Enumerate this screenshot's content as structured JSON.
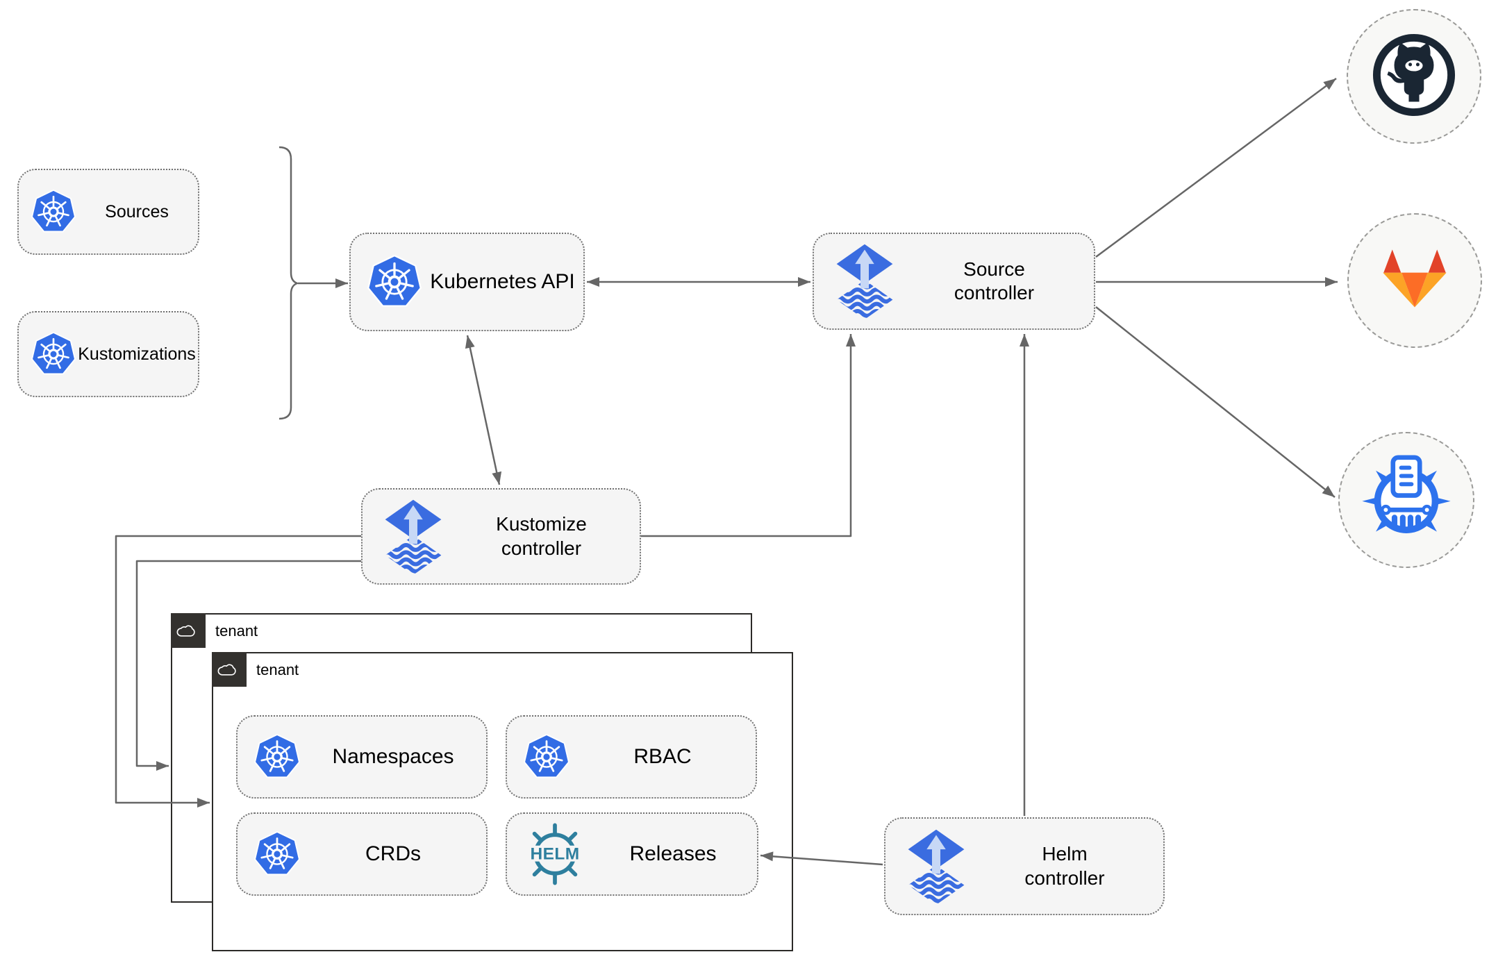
{
  "nodes": {
    "sources": "Sources",
    "kustomizations": "Kustomizations",
    "kubernetes_api": "Kubernetes API",
    "source_controller": "Source controller",
    "kustomize_controller": "Kustomize controller",
    "helm_controller": "Helm controller",
    "namespaces": "Namespaces",
    "rbac": "RBAC",
    "crds": "CRDs",
    "releases": "Releases"
  },
  "tenants": {
    "back_label": "tenant",
    "front_label": "tenant"
  },
  "icons": {
    "kubernetes": "kubernetes-wheel",
    "flux": "flux-diamond-up-arrow",
    "helm": "helm-wheel",
    "helm_wordmark": "HELM",
    "github": "github-octocat",
    "gitlab": "gitlab-tanuki",
    "chartmuseum": "chartmuseum-helm-repository",
    "cloud": "cloud-outline"
  },
  "colors": {
    "kubernetes_blue": "#326ce5",
    "flux_blue": "#3a6ce0",
    "flux_light_arrow": "#c7d8f6",
    "helm_teal": "#2e7f9e",
    "github_dark": "#1a2633",
    "gitlab_red": "#e24329",
    "gitlab_orange": "#fc6d26",
    "gitlab_light_orange": "#fca326",
    "chartmuseum_blue": "#2d72ed",
    "wire_gray": "#666666",
    "node_fill": "#f5f5f5",
    "tenant_tab_dark": "#33312e"
  }
}
